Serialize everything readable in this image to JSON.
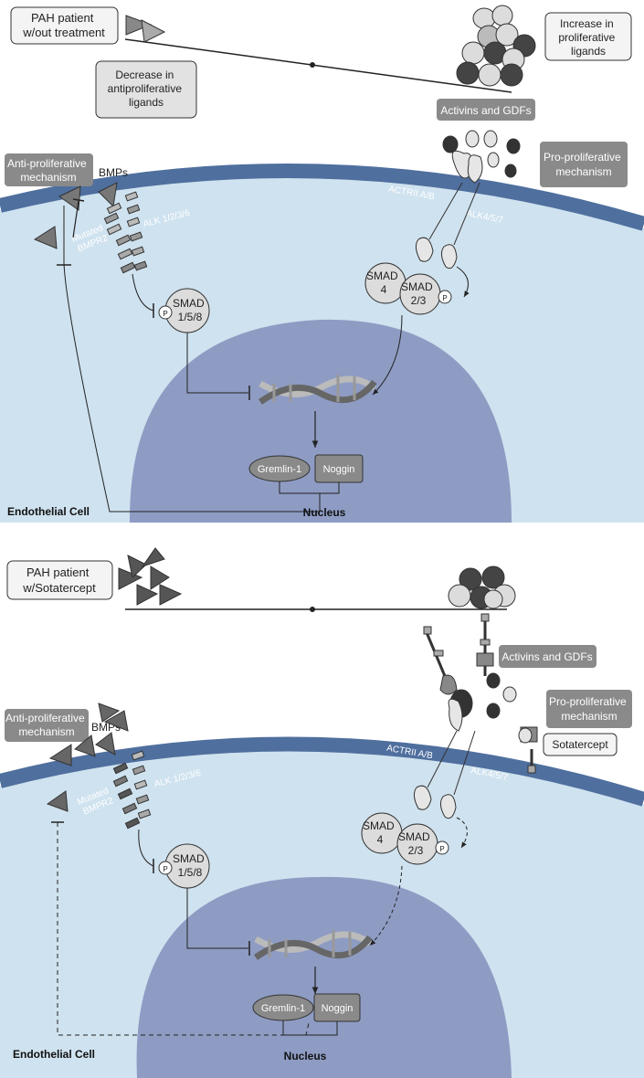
{
  "panel_top": {
    "condition": [
      "PAH patient",
      "w/out treatment"
    ],
    "increase_box": [
      "Increase in",
      "proliferative",
      "ligands"
    ],
    "decrease_box": [
      "Decrease in",
      "antiproliferative",
      "ligands"
    ],
    "activins_box": "Activins and GDFs",
    "pro_box": [
      "Pro-proliferative",
      "mechanism"
    ],
    "anti_box": [
      "Anti-proliferative",
      "mechanism"
    ],
    "bmps": "BMPs",
    "actrii": "ACTRII A/B",
    "alk457": "ALK4/5/7",
    "alk1236": "ALK 1/2/3/6",
    "bmpr2": [
      "Mutated",
      "BMPR2"
    ],
    "smad4": [
      "SMAD",
      "4"
    ],
    "smad23": [
      "SMAD",
      "2/3"
    ],
    "smad158": [
      "SMAD",
      "1/5/8"
    ],
    "p": "P",
    "gremlin": "Gremlin-1",
    "noggin": "Noggin",
    "endothelial": "Endothelial Cell",
    "nucleus": "Nucleus"
  },
  "panel_bottom": {
    "condition": [
      "PAH patient",
      "w/Sotatercept"
    ],
    "activins_box": "Activins and GDFs",
    "pro_box": [
      "Pro-proliferative",
      "mechanism"
    ],
    "sotatercept": "Sotatercept",
    "anti_box": [
      "Anti-proliferative",
      "mechanism"
    ],
    "bmps": "BMPs",
    "actrii": "ACTRII A/B",
    "alk457": "ALK4/5/7",
    "alk1236": "ALK 1/2/3/6",
    "bmpr2": [
      "Mutated",
      "BMPR2"
    ],
    "smad4": [
      "SMAD",
      "4"
    ],
    "smad23": [
      "SMAD",
      "2/3"
    ],
    "smad158": [
      "SMAD",
      "1/5/8"
    ],
    "p": "P",
    "gremlin": "Gremlin-1",
    "noggin": "Noggin",
    "endothelial": "Endothelial Cell",
    "nucleus": "Nucleus"
  },
  "colors": {
    "cytoplasm": "#cfe2ef",
    "membrane": "#4f6f9e",
    "nucleus": "#8e9cc4",
    "dark_ligand": "#444444",
    "light_ligand": "#dcdcdc",
    "grey_box": "#8a8a8a"
  }
}
